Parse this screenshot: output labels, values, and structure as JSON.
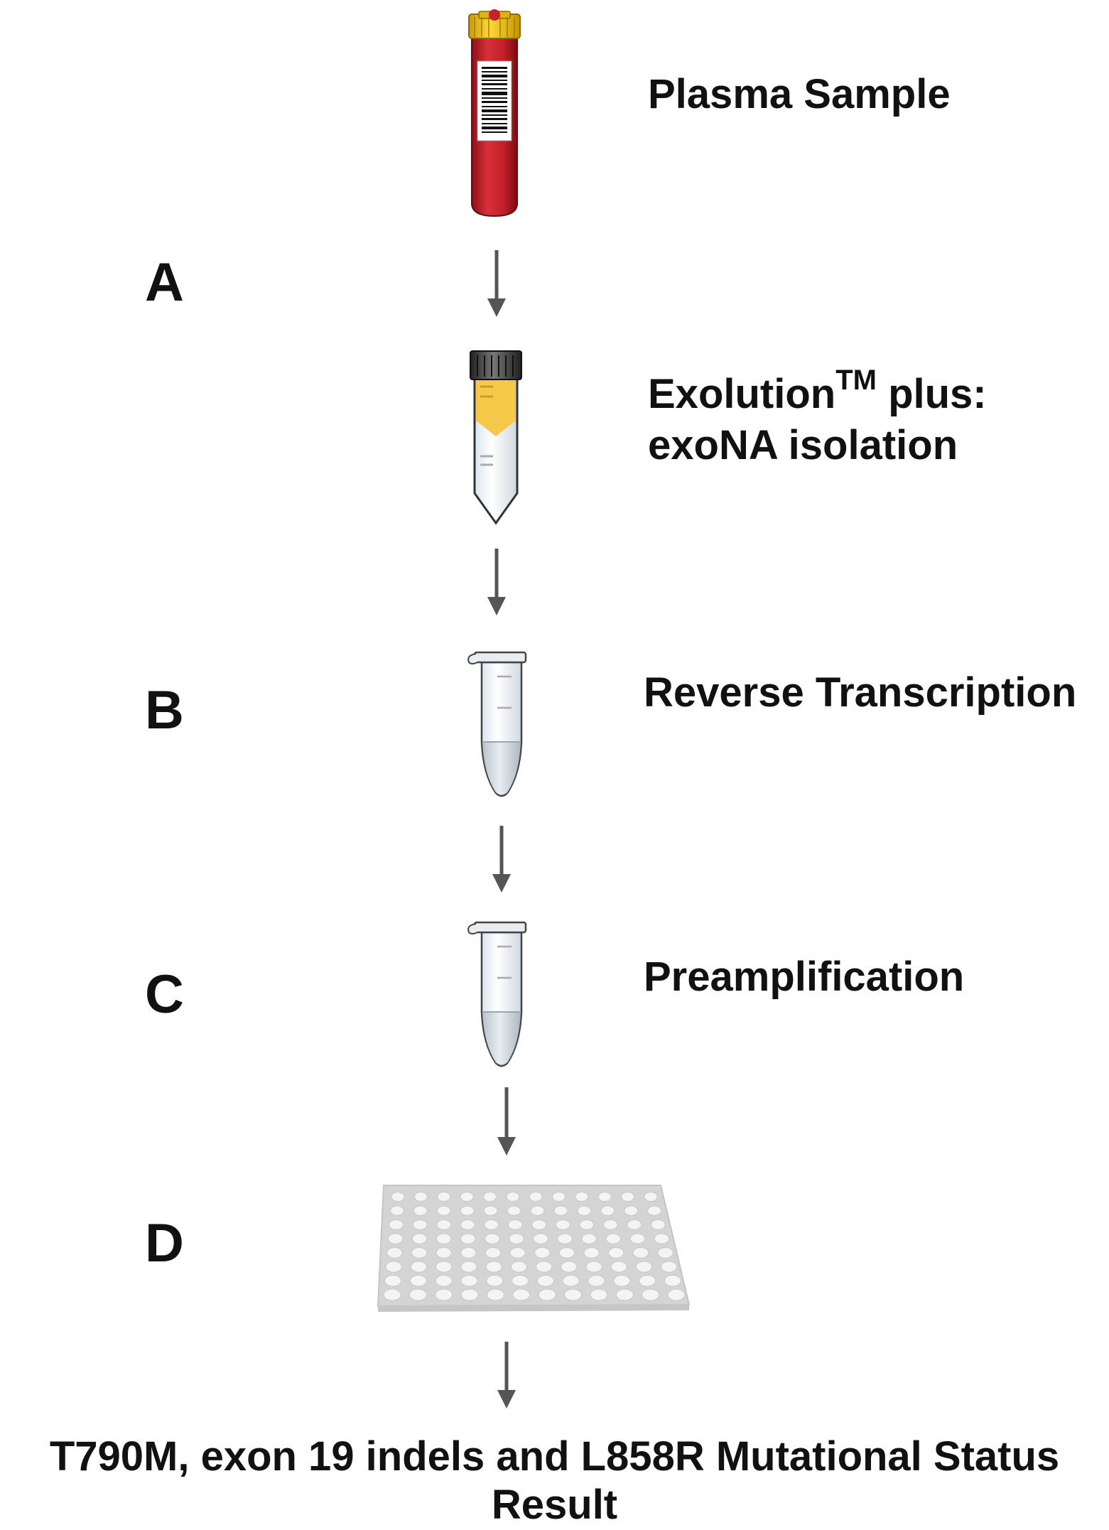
{
  "steps": [
    {
      "letter": "A"
    },
    {
      "letter": "B"
    },
    {
      "letter": "C"
    },
    {
      "letter": "D"
    }
  ],
  "labels": {
    "plasma_sample": "Plasma Sample",
    "exolution_word": "Exolution",
    "exolution_tm": "TM",
    "exolution_rest": " plus:",
    "exona_isolation": "exoNA isolation",
    "reverse_transcription": "Reverse Transcription",
    "preamplification": "Preamplification"
  },
  "result": {
    "line1": "T790M, exon 19 indels and L858R Mutational Status",
    "line2": "Result"
  },
  "colors": {
    "blood_tube": "#c8202a",
    "tube_cap": "#f2c418",
    "exona_reagent": "#f6c84a",
    "arrow": "#555555",
    "plate": "#d4d4d4"
  },
  "icons": [
    "blood-collection-tube-icon",
    "conical-tube-icon",
    "microcentrifuge-tube-icon",
    "pcr-plate-icon",
    "down-arrow-icon"
  ]
}
